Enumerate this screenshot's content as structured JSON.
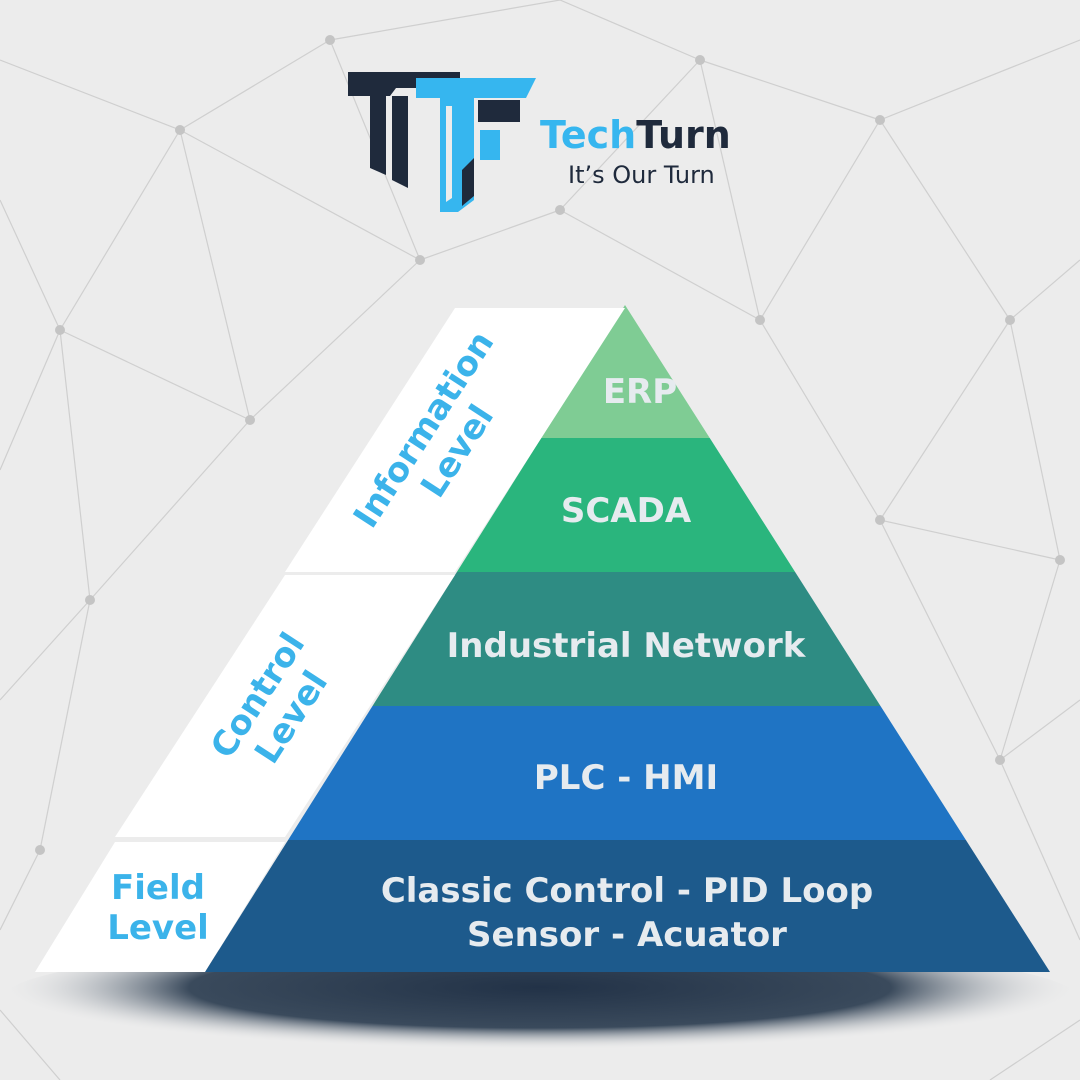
{
  "brand": {
    "name_part1": "Tech",
    "name_part2": "Turn",
    "tagline": "It’s Our Turn",
    "color_dark": "#1f2a3c",
    "color_accent": "#36b6ef"
  },
  "diagram": {
    "type": "pyramid",
    "tiers": [
      {
        "id": "erp",
        "lines": [
          "ERP"
        ],
        "color": "#7fcc94"
      },
      {
        "id": "scada",
        "lines": [
          "SCADA"
        ],
        "color": "#2ab57d"
      },
      {
        "id": "industrial-network",
        "lines": [
          "Industrial Network"
        ],
        "color": "#2e8c83"
      },
      {
        "id": "plc-hmi",
        "lines": [
          "PLC - HMI"
        ],
        "color": "#1f74c4"
      },
      {
        "id": "classic-control",
        "lines": [
          "Classic Control - PID Loop",
          "Sensor - Acuator"
        ],
        "color": "#1d5a8c"
      }
    ],
    "levels": [
      {
        "id": "information",
        "lines": [
          "Information",
          "Level"
        ]
      },
      {
        "id": "control",
        "lines": [
          "Control",
          "Level"
        ]
      },
      {
        "id": "field",
        "lines": [
          "Field",
          "Level"
        ]
      }
    ],
    "label_color": "#3bb3ea",
    "tier_text_color": "#e6ebef",
    "background_color": "#ececec"
  }
}
